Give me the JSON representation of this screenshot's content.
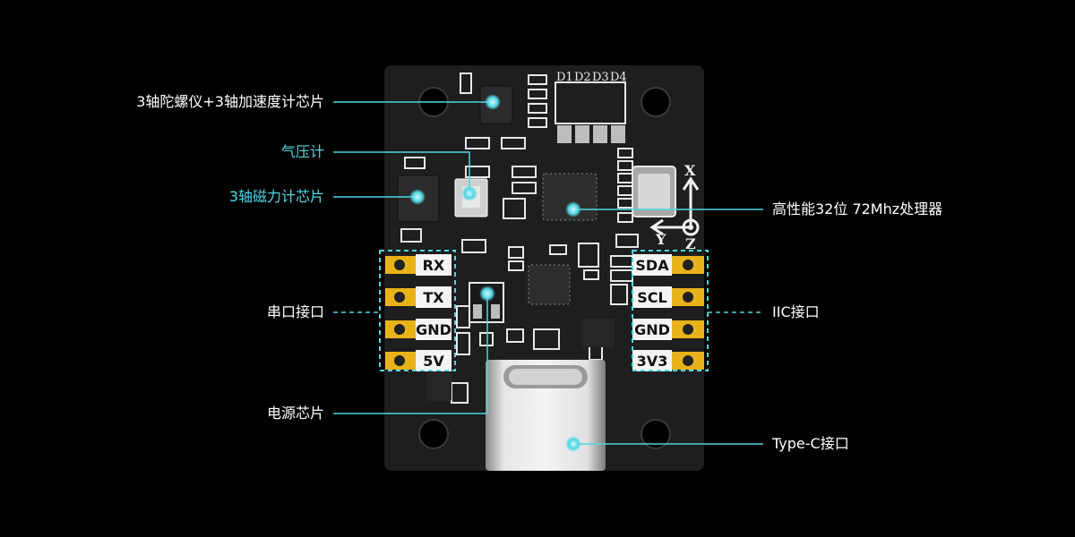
{
  "callouts": {
    "gyro_accel": "3轴陀螺仪+3轴加速度计芯片",
    "barometer": "气压计",
    "magnetometer": "3轴磁力计芯片",
    "mcu": "高性能32位 72Mhz处理器",
    "uart": "串口接口",
    "iic": "IIC接口",
    "power_chip": "电源芯片",
    "typec": "Type-C接口"
  },
  "pins": {
    "left": [
      "RX",
      "TX",
      "GND",
      "5V"
    ],
    "right": [
      "SDA",
      "SCL",
      "GND",
      "3V3"
    ]
  },
  "leds": [
    "D1",
    "D2",
    "D3",
    "D4"
  ],
  "axes": {
    "x": "X",
    "y": "Y",
    "z": "Z"
  },
  "colors": {
    "background": "#000000",
    "board": "#1e1e1e",
    "pad": "#e8b21a",
    "accent": "#4fd6e3",
    "label_text": "#ffffff"
  }
}
